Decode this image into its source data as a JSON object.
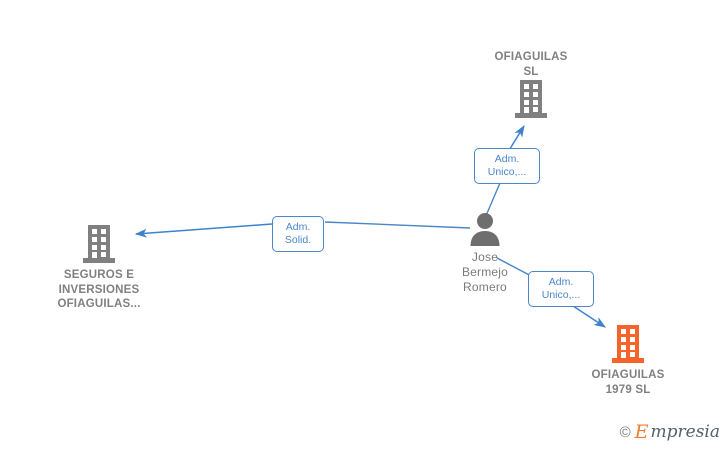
{
  "graph": {
    "nodes": [
      {
        "id": "ofiaguilas-sl",
        "type": "company",
        "icon": "building-icon",
        "color": "#808080",
        "label": "OFIAGUILAS\nSL"
      },
      {
        "id": "seguros-e-inversiones",
        "type": "company",
        "icon": "building-icon",
        "color": "#808080",
        "label": "SEGUROS E\nINVERSIONES\nOFIAGUILAS..."
      },
      {
        "id": "jose-bermejo-romero",
        "type": "person",
        "icon": "person-icon",
        "color": "#6e6e6e",
        "label": "Jose\nBermejo\nRomero"
      },
      {
        "id": "ofiaguilas-1979-sl",
        "type": "company",
        "icon": "building-icon",
        "color": "#f4642a",
        "label": "OFIAGUILAS\n1979  SL"
      }
    ],
    "edges": [
      {
        "id": "edge-person-to-ofiaguilas-sl",
        "from": "jose-bermejo-romero",
        "to": "ofiaguilas-sl",
        "label": "Adm.\nUnico,..."
      },
      {
        "id": "edge-person-to-seguros",
        "from": "jose-bermejo-romero",
        "to": "seguros-e-inversiones",
        "label": "Adm.\nSolid."
      },
      {
        "id": "edge-person-to-ofiaguilas-1979",
        "from": "jose-bermejo-romero",
        "to": "ofiaguilas-1979-sl",
        "label": "Adm.\nUnico,..."
      }
    ],
    "edge_color": "#4a86c8"
  },
  "watermark": {
    "copyright": "©",
    "brand_initial": "E",
    "brand_rest": "mpresia"
  }
}
